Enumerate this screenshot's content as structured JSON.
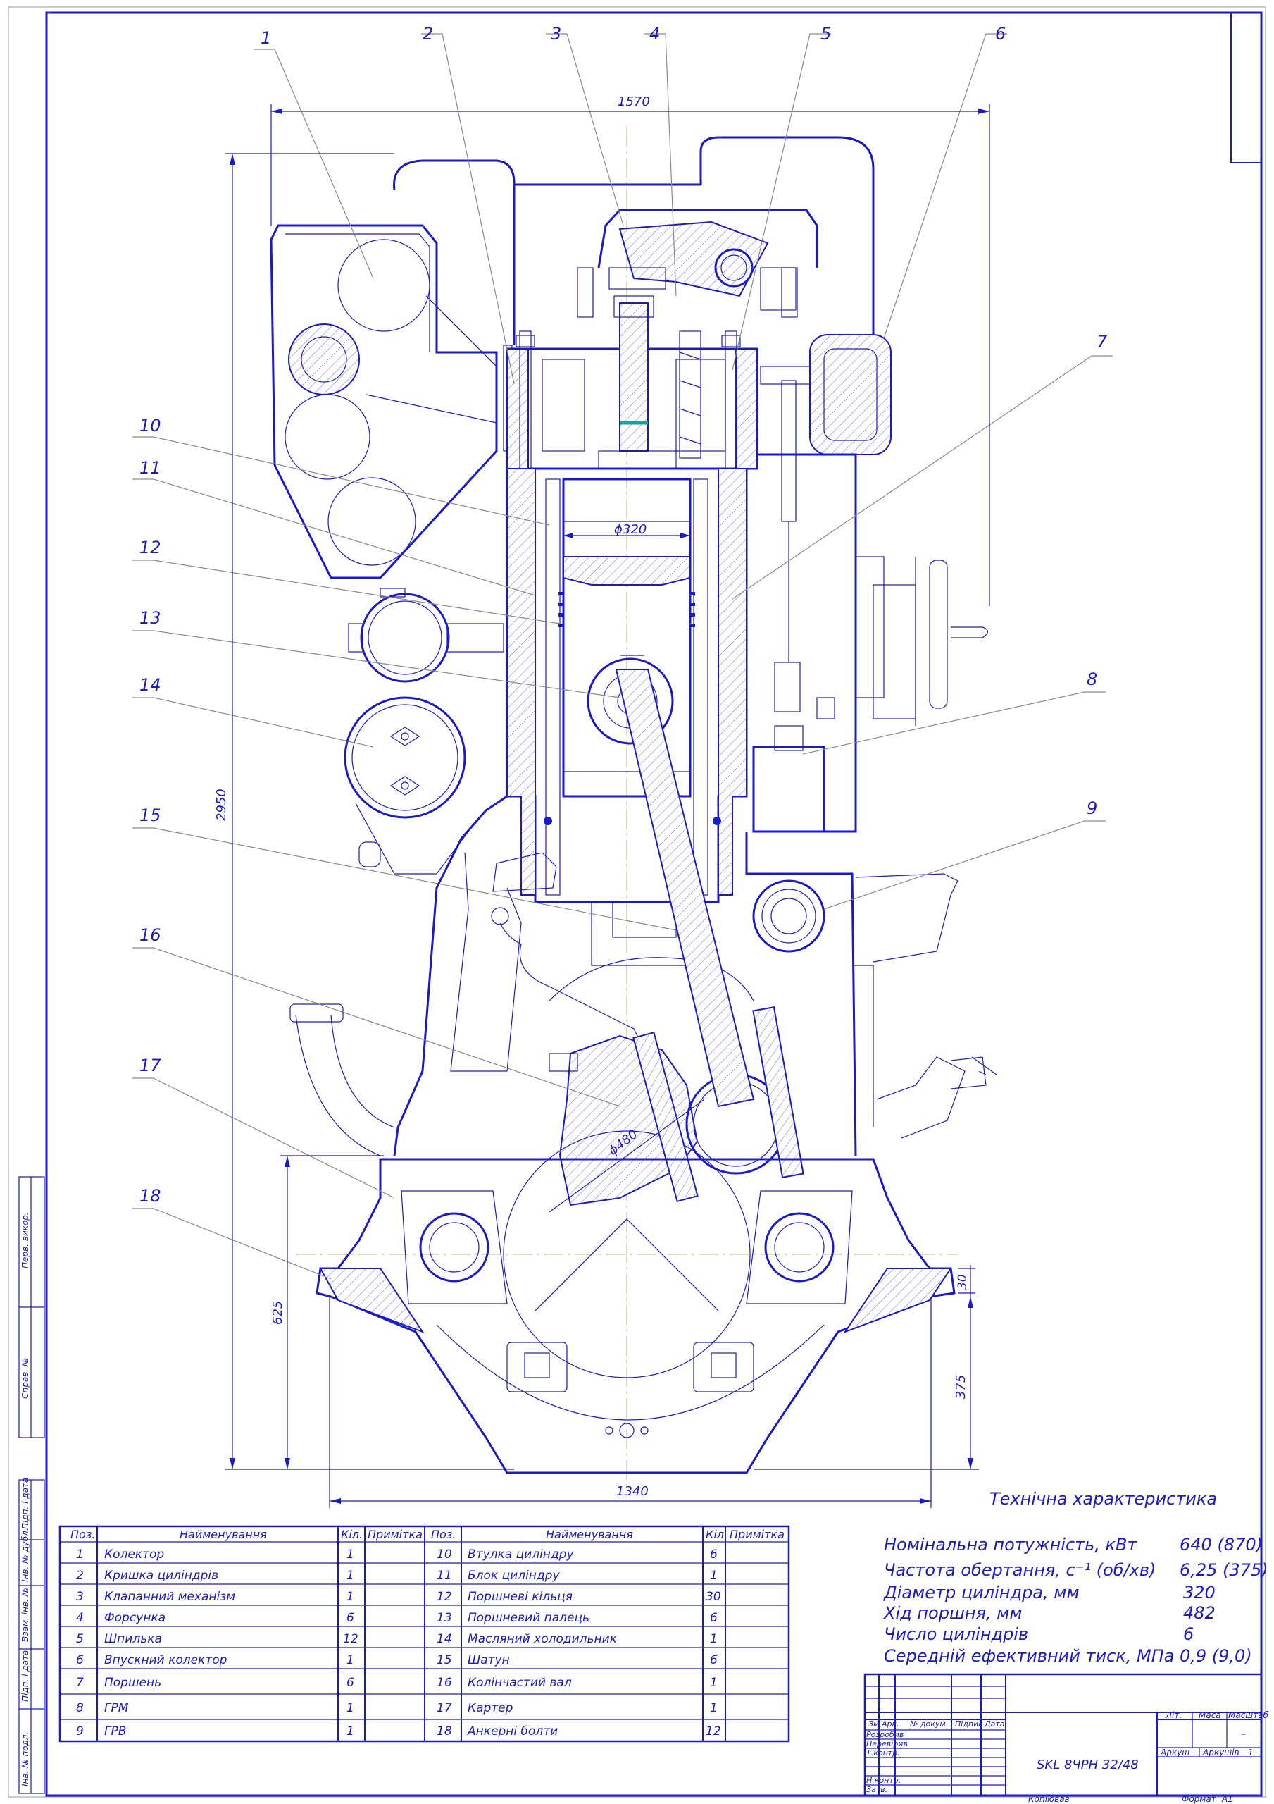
{
  "callouts": [
    "1",
    "2",
    "3",
    "4",
    "5",
    "6",
    "7",
    "8",
    "9",
    "10",
    "11",
    "12",
    "13",
    "14",
    "15",
    "16",
    "17",
    "18"
  ],
  "dimensions": {
    "overall_width": "1570",
    "overall_height": "2950",
    "cylinder_diameter": "ϕ320",
    "crank_diameter": "ϕ480",
    "base_height": "625",
    "flange_thickness": "30",
    "base_depth": "375",
    "base_width": "1340"
  },
  "tech": {
    "title": "Технічна характеристика",
    "rows": [
      {
        "label": "Номінальна потужність, кВт",
        "value": "640 (870)"
      },
      {
        "label": "Частота обертання, с⁻¹ (об/хв)",
        "value": "6,25 (375)"
      },
      {
        "label": "Діаметр циліндра, мм",
        "value": "320"
      },
      {
        "label": "Хід поршня, мм",
        "value": "482"
      },
      {
        "label": "Число циліндрів",
        "value": "6"
      },
      {
        "label": "Середній ефективний тиск, МПа",
        "value": "0,9 (9,0)"
      }
    ]
  },
  "parts": {
    "headers": [
      "Поз.",
      "Найменування",
      "Кіл.",
      "Примітка"
    ],
    "left": [
      {
        "pos": "1",
        "name": "Колектор",
        "qty": "1"
      },
      {
        "pos": "2",
        "name": "Кришка циліндрів",
        "qty": "1"
      },
      {
        "pos": "3",
        "name": "Клапанний механізм",
        "qty": "1"
      },
      {
        "pos": "4",
        "name": "Форсунка",
        "qty": "6"
      },
      {
        "pos": "5",
        "name": "Шпилька",
        "qty": "12"
      },
      {
        "pos": "6",
        "name": "Впускний колектор",
        "qty": "1"
      },
      {
        "pos": "7",
        "name": "Поршень",
        "qty": "6"
      },
      {
        "pos": "8",
        "name": "ГРМ",
        "qty": "1"
      },
      {
        "pos": "9",
        "name": "ГРВ",
        "qty": "1"
      }
    ],
    "right": [
      {
        "pos": "10",
        "name": "Втулка циліндру",
        "qty": "6"
      },
      {
        "pos": "11",
        "name": "Блок циліндру",
        "qty": "1"
      },
      {
        "pos": "12",
        "name": "Поршневі кільця",
        "qty": "30"
      },
      {
        "pos": "13",
        "name": "Поршневий палець",
        "qty": "6"
      },
      {
        "pos": "14",
        "name": "Масляний холодильник",
        "qty": "1"
      },
      {
        "pos": "15",
        "name": "Шатун",
        "qty": "6"
      },
      {
        "pos": "16",
        "name": "Колінчастий вал",
        "qty": "1"
      },
      {
        "pos": "17",
        "name": "Картер",
        "qty": "1"
      },
      {
        "pos": "18",
        "name": "Анкерні болти",
        "qty": "12"
      }
    ]
  },
  "title_block": {
    "designation": "SKL 8ЧРН 32/48",
    "col_headers": [
      "Зм.",
      "Арк.",
      "№ докум.",
      "Підпис",
      "Дата"
    ],
    "roles": [
      "Розробив",
      "Перевірив",
      "Т.контр.",
      "",
      "Н.контр.",
      "Затв."
    ],
    "lit": "Літ.",
    "mass": "Маса",
    "scale": "Масштаб",
    "scale_value": "–",
    "sheet": "Аркуш",
    "sheets": "Аркушів",
    "sheets_value": "1",
    "copied": "Копіював",
    "format": "Формат",
    "format_value": "А1"
  },
  "side_stamp": [
    "Перв. викор.",
    "Справ. №",
    "Підп. і дата",
    "Інв. № дубл.",
    "Взам. інв. №",
    "Підп. і дата",
    "Інв. № подл."
  ]
}
